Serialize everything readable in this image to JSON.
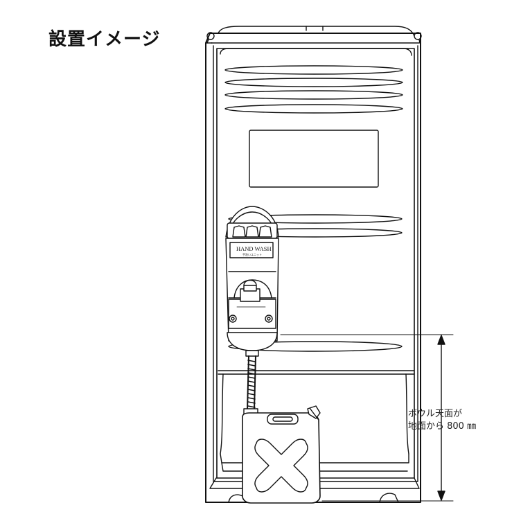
{
  "title": "設置イメージ",
  "sink_label": "HAND WASH",
  "sink_sub_label": "手洗いユニット",
  "dimension": {
    "line1": "ボウル天面が",
    "line2": "地面から 800 ㎜"
  }
}
